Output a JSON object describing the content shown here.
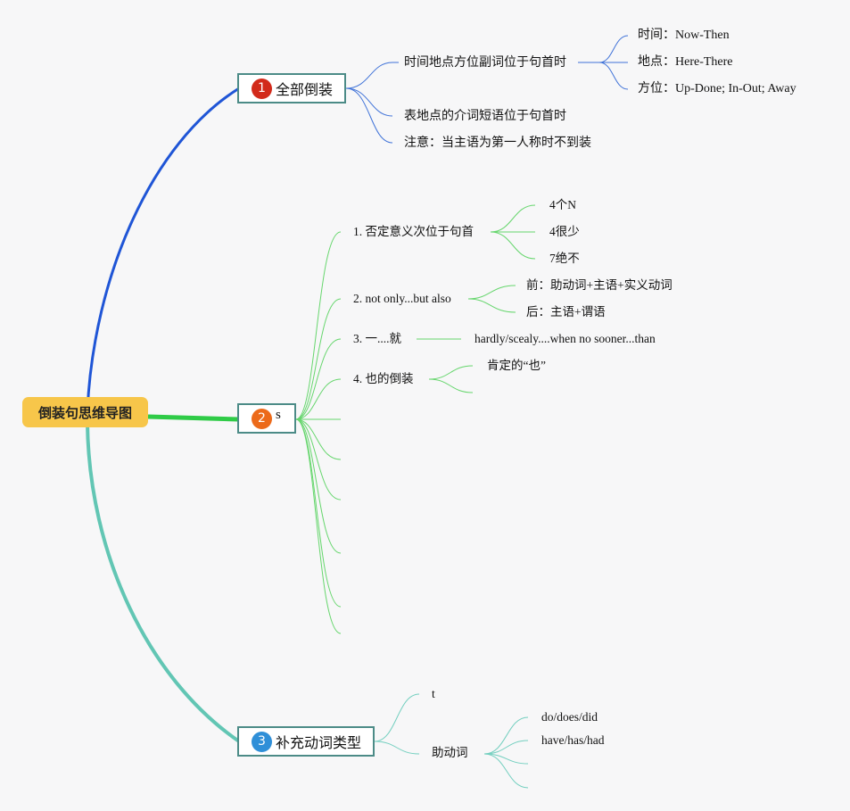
{
  "root": {
    "label": "倒装句思维导图",
    "color": "#f7c64a"
  },
  "branch1": {
    "number": "1",
    "label": "全部倒装",
    "line_color": "#1f55d6",
    "children": {
      "time_place": "时间地点方位副词位于句首时",
      "time": "时间：Now-Then",
      "place": "地点：Here-There",
      "direction": "方位：Up-Done; In-Out; Away",
      "prep_phrase": "表地点的介词短语位于句首时",
      "note": "注意：当主语为第一人称时不到装"
    }
  },
  "branch2": {
    "number": "2",
    "label": "s",
    "line_color": "#2fcb47",
    "children": {
      "neg": "1. 否定意义次位于句首",
      "neg_4n": "4个N",
      "neg_4few": "4很少",
      "neg_7never": "7绝不",
      "notonly": "2. not only...but also",
      "front": "前：助动词+主语+实义动词",
      "back": "后：主语+谓语",
      "yi_jiu": "3. 一....就",
      "hardly": "hardly/scealy....when no sooner...than",
      "ye": "4. 也的倒装",
      "affirm": "肯定的“也”"
    }
  },
  "branch3": {
    "number": "3",
    "label": "补充动词类型",
    "line_color": "#62c6b4",
    "children": {
      "t": "t",
      "aux": "助动词",
      "do": "do/does/did",
      "have": "have/has/had"
    }
  }
}
